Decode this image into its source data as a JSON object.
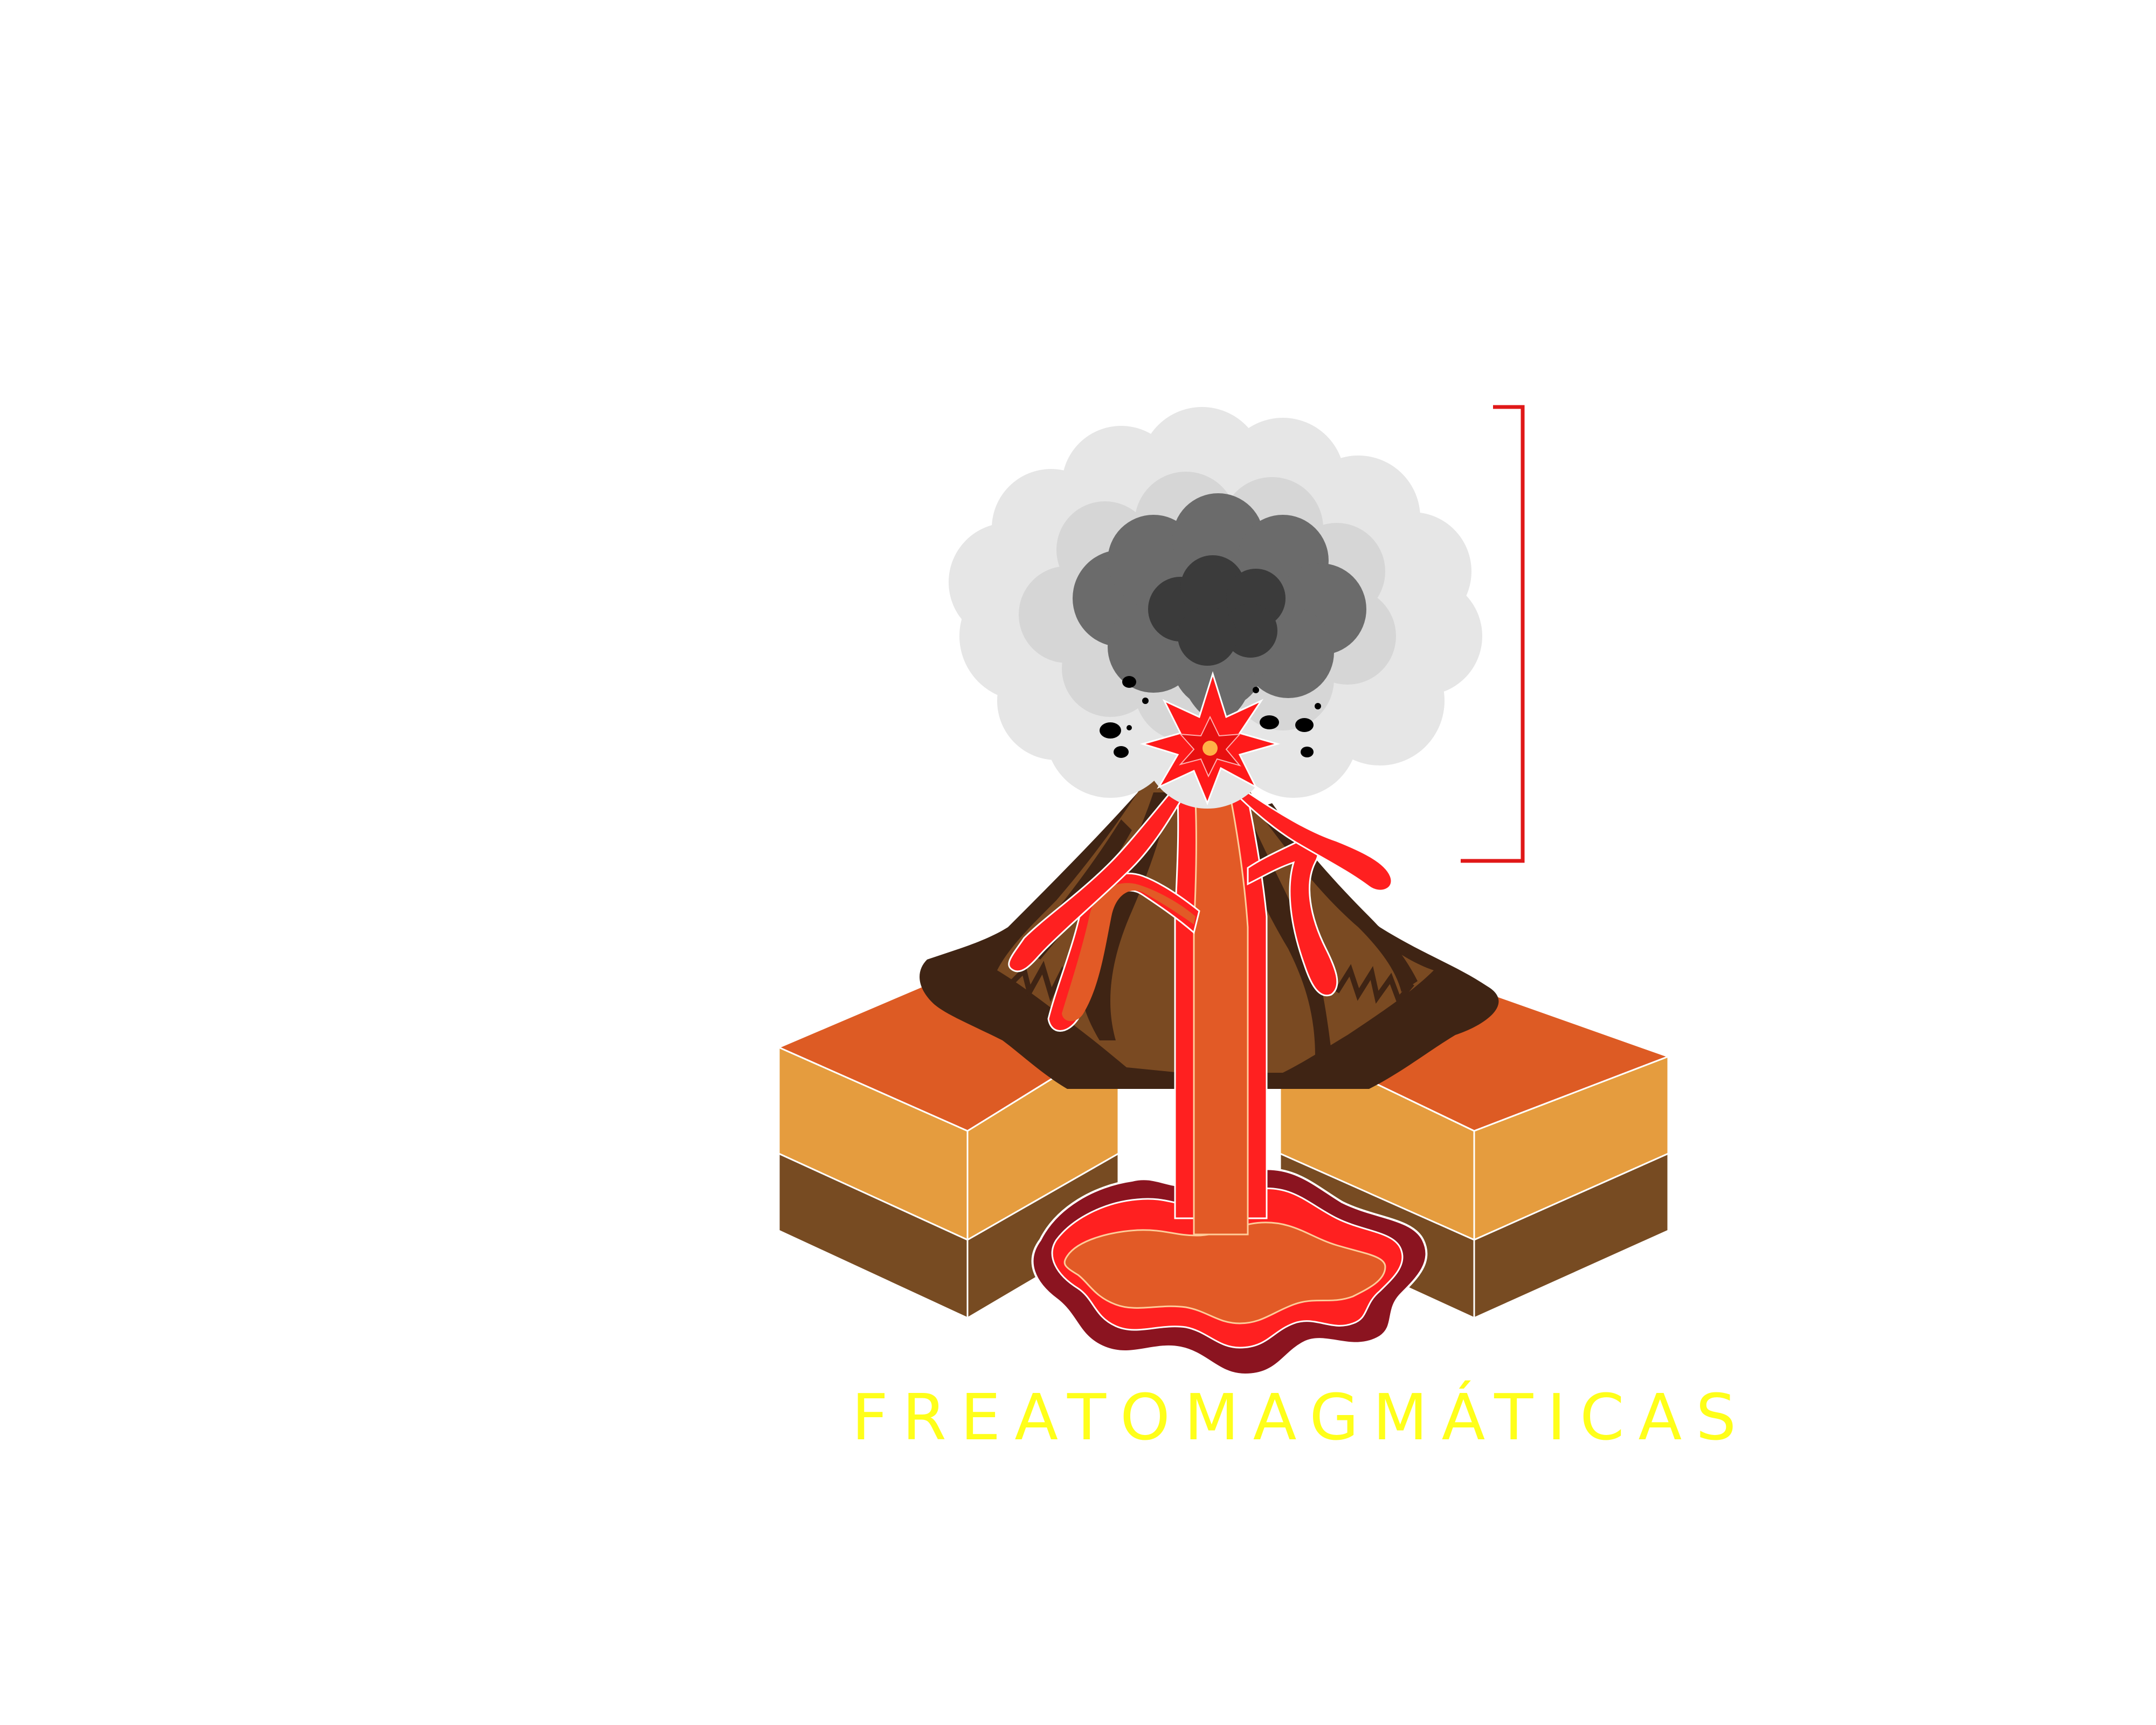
{
  "caption": "FREATOMAGMÁTICAS",
  "colors": {
    "background": "#ffffff",
    "caption": "#ffff1a",
    "bracket": "#e01818",
    "ground_top": "#dd5b24",
    "ground_middle": "#e59c3e",
    "ground_bottom": "#774b22",
    "cone_light": "#7a4a22",
    "cone_dark": "#3f2414",
    "magma_core": "#e25a26",
    "magma_glow": "#ff2020",
    "magma_deep": "#8b1420",
    "ash_light": "#e6e6e6",
    "ash_mid": "#6b6b6b",
    "ash_dark": "#3b3b3b"
  },
  "icons": [
    "ash-cloud",
    "explosion-burst",
    "volcanic-bomb",
    "magma-chamber",
    "eruption-height-bracket"
  ]
}
